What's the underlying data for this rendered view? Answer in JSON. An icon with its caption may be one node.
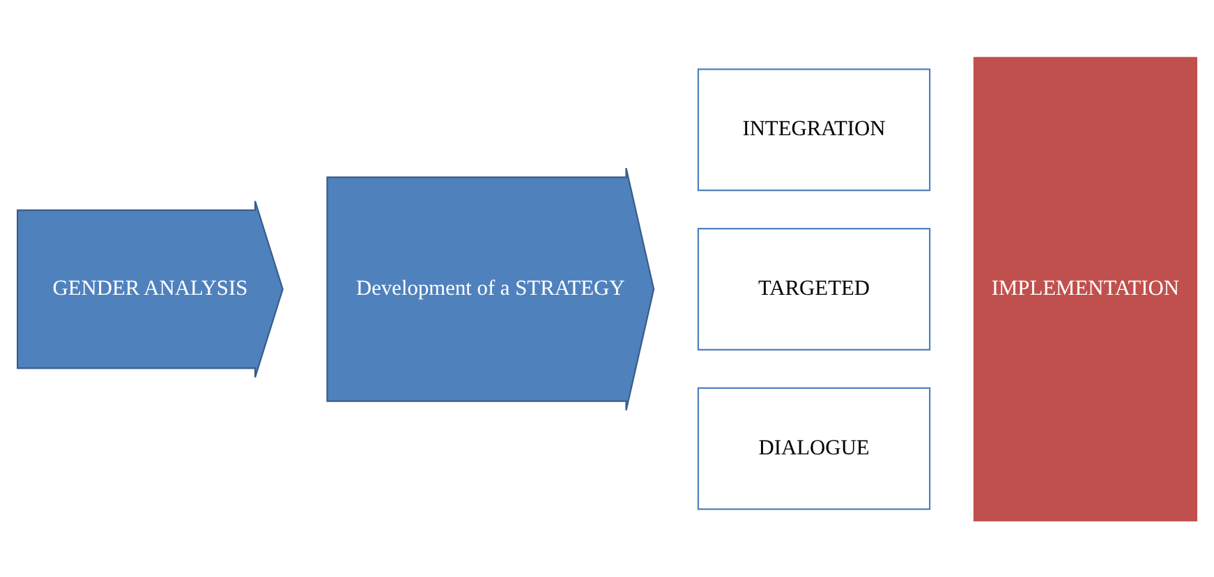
{
  "diagram": {
    "nodes": [
      {
        "text": [
          "GENDER ANALYSIS"
        ]
      },
      {
        "text": [
          "Development of a STRATEGY"
        ]
      },
      {
        "text": [
          "INTEGRATION"
        ]
      },
      {
        "text": [
          "TARGETED"
        ]
      },
      {
        "text": [
          "DIALOGUE"
        ]
      },
      {
        "text": [
          "IMPLEMENTATION"
        ]
      }
    ]
  }
}
